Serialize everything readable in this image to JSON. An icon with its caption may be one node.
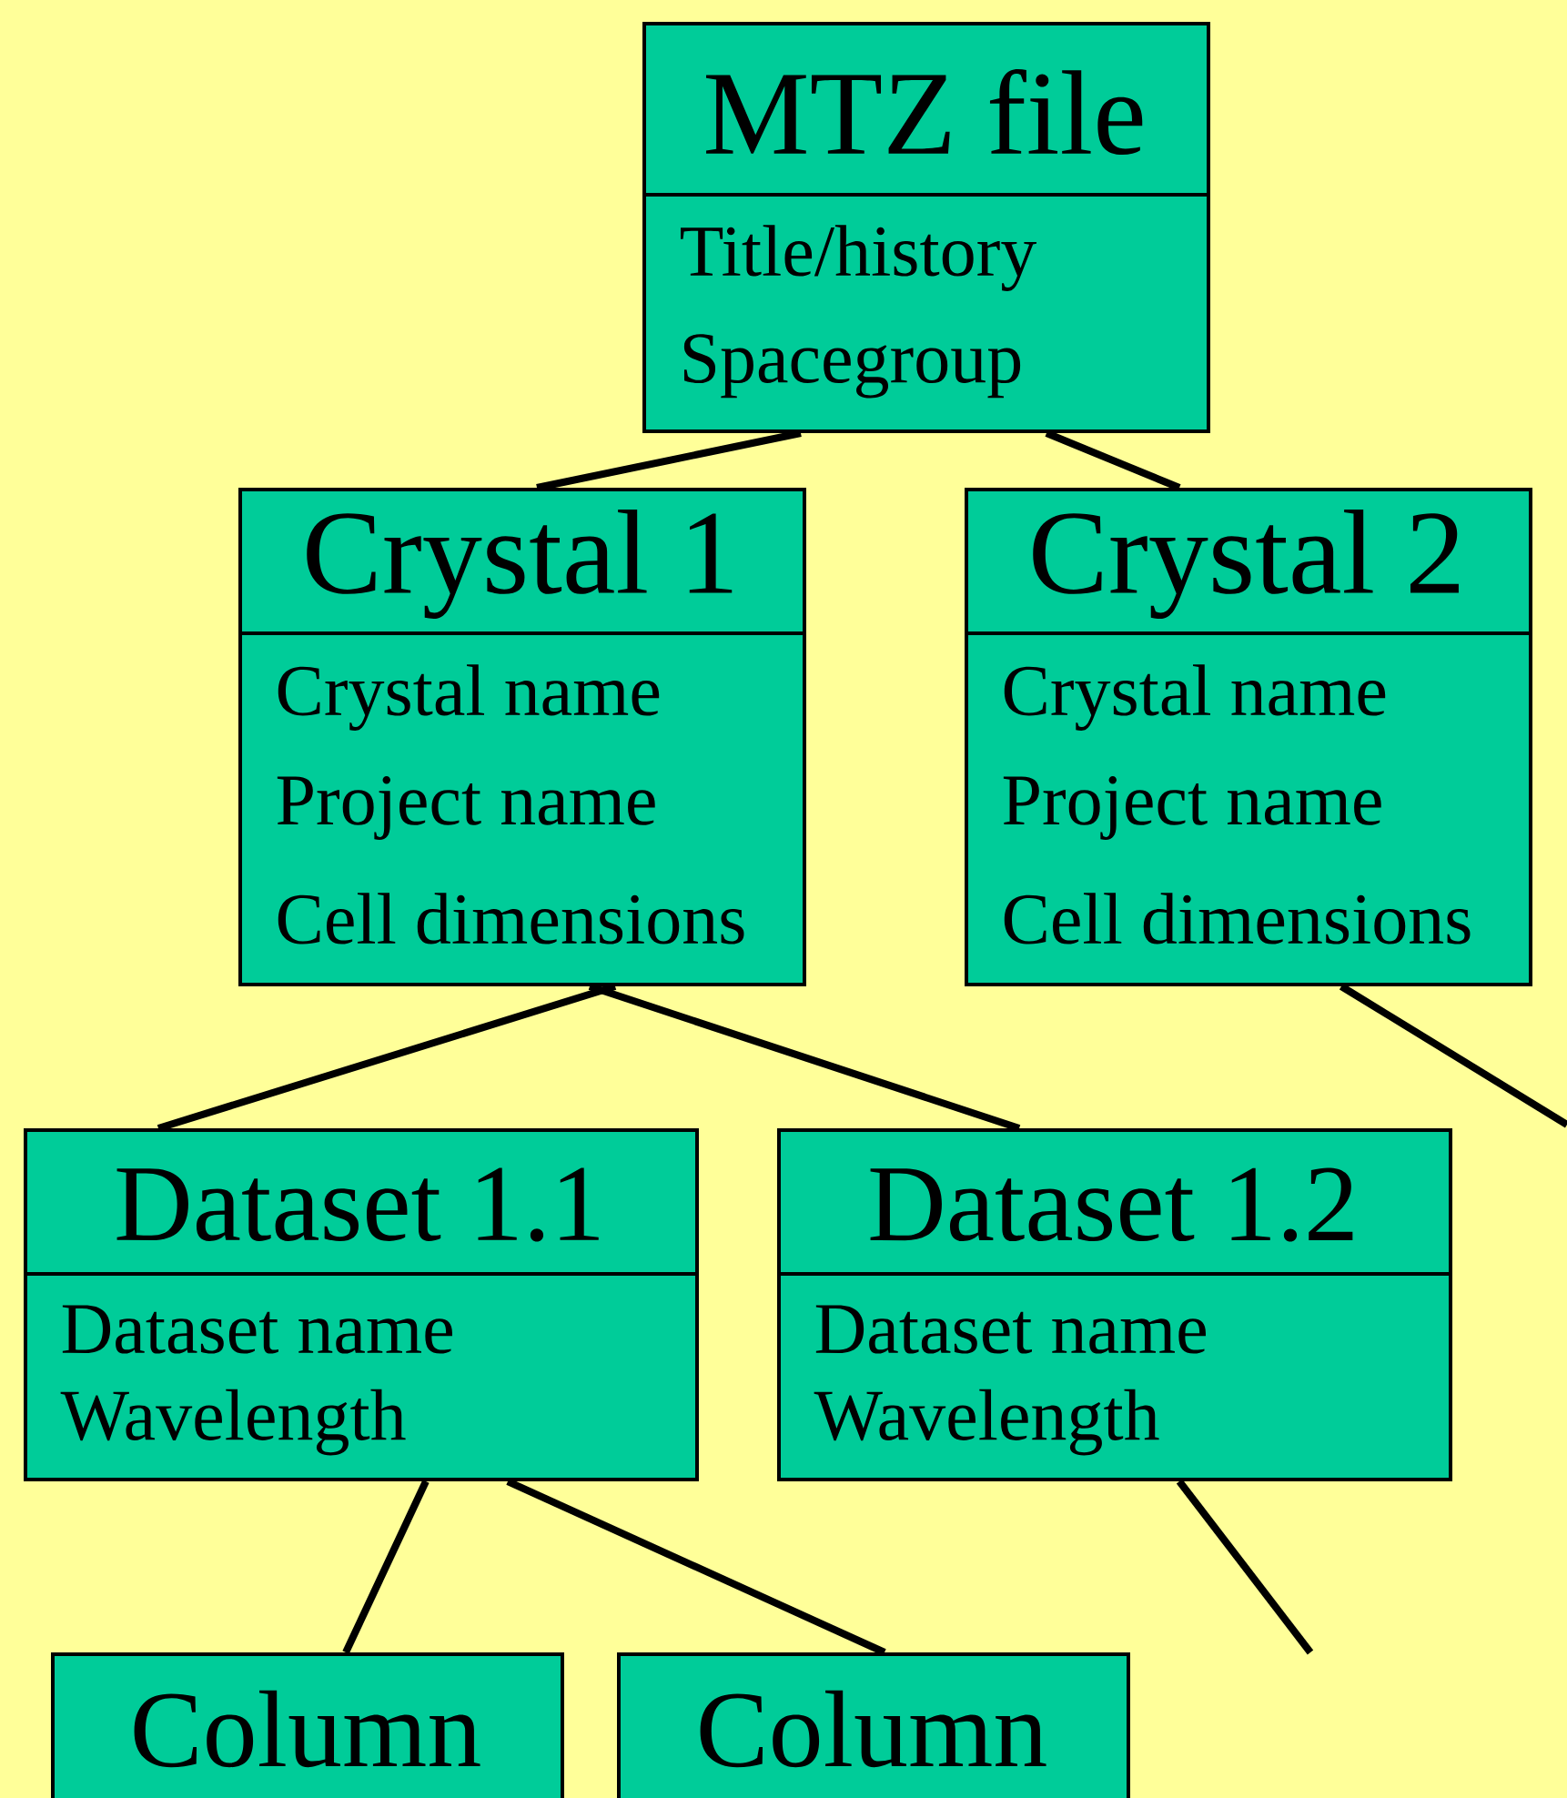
{
  "diagram": {
    "nodes": [
      {
        "text": [
          "MTZ file",
          "Title/history",
          "Spacegroup"
        ]
      },
      {
        "text": [
          "Crystal 1",
          "Crystal name",
          "Project name",
          "Cell dimensions"
        ]
      },
      {
        "text": [
          "Crystal 2",
          "Crystal name",
          "Project name",
          "Cell dimensions"
        ]
      },
      {
        "text": [
          "Dataset 1.1",
          "Dataset name",
          "Wavelength"
        ]
      },
      {
        "text": [
          "Dataset 1.2",
          "Dataset name",
          "Wavelength"
        ]
      },
      {
        "text": [
          "Column"
        ]
      },
      {
        "text": [
          "Column"
        ]
      }
    ],
    "edges": [
      {
        "from": 0,
        "to": 1,
        "arrow": "none"
      },
      {
        "from": 0,
        "to": 2,
        "arrow": "none"
      },
      {
        "from": 1,
        "to": 3,
        "arrow": "none"
      },
      {
        "from": 1,
        "to": 4,
        "arrow": "none"
      },
      {
        "from": 2,
        "to": null,
        "arrow": "none"
      },
      {
        "from": 3,
        "to": 5,
        "arrow": "none"
      },
      {
        "from": 3,
        "to": 6,
        "arrow": "none"
      },
      {
        "from": 4,
        "to": null,
        "arrow": "none"
      }
    ]
  }
}
